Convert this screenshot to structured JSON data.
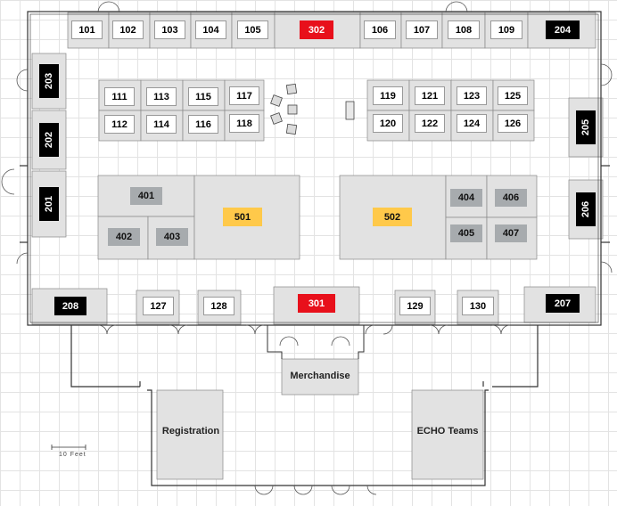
{
  "colors": {
    "white_booth": "#ffffff",
    "black_booth": "#000000",
    "red_booth": "#e8101b",
    "yellow_booth": "#ffc94a",
    "gray_booth": "#a7abae",
    "floor_gray": "#e2e2e2",
    "wall": "#333333"
  },
  "booths": {
    "b101": "101",
    "b102": "102",
    "b103": "103",
    "b104": "104",
    "b105": "105",
    "b302": "302",
    "b106": "106",
    "b107": "107",
    "b108": "108",
    "b109": "109",
    "b204": "204",
    "b203": "203",
    "b202": "202",
    "b201": "201",
    "b205": "205",
    "b206": "206",
    "b111": "111",
    "b113": "113",
    "b115": "115",
    "b117": "117",
    "b112": "112",
    "b114": "114",
    "b116": "116",
    "b118": "118",
    "b119": "119",
    "b121": "121",
    "b123": "123",
    "b125": "125",
    "b120": "120",
    "b122": "122",
    "b124": "124",
    "b126": "126",
    "b401": "401",
    "b402": "402",
    "b403": "403",
    "b501": "501",
    "b502": "502",
    "b404": "404",
    "b406": "406",
    "b405": "405",
    "b407": "407",
    "b208": "208",
    "b127": "127",
    "b128": "128",
    "b301": "301",
    "b129": "129",
    "b130": "130",
    "b207": "207"
  },
  "areas": {
    "merchandise": "Merchandise",
    "registration": "Registration",
    "echo_teams": "ECHO Teams"
  },
  "scale_label": "10 Feet"
}
